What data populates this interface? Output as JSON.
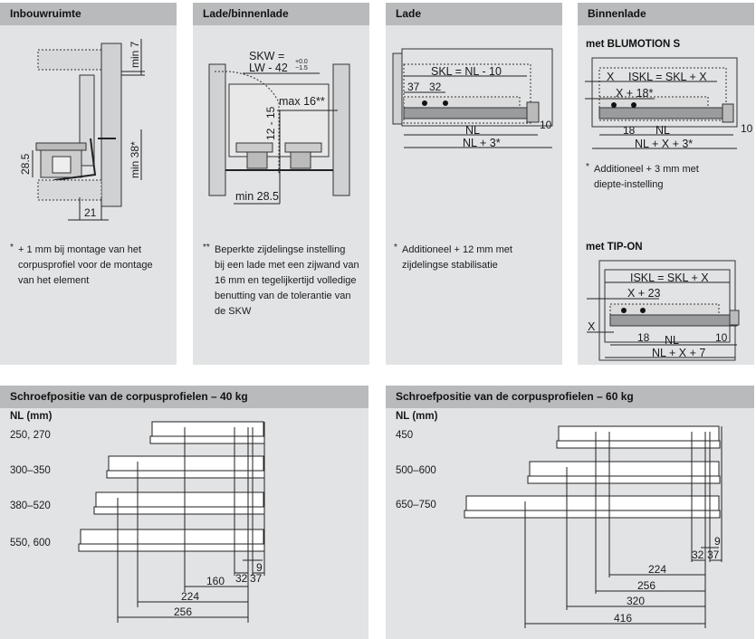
{
  "panels": {
    "inbouwruimte": {
      "title": "Inbouwruimte",
      "dims": {
        "min7": "min 7",
        "min38": "min 38*",
        "h285": "28.5",
        "w21": "21"
      },
      "note_star": "*",
      "note_lines": [
        "+ 1 mm bij montage van het",
        "corpusprofiel voor de montage",
        "van het element"
      ]
    },
    "lade_binnenlade": {
      "title": "Lade/binnenlade",
      "dims": {
        "skw1": "SKW =",
        "skw2": "LW - 42",
        "tol_plus": "+0.0",
        "tol_minus": "−1.5",
        "max16": "max 16**",
        "r1215": "12 - 15",
        "min285": "min 28.5"
      },
      "note_star": "**",
      "note_lines": [
        "Beperkte zijdelingse instelling",
        "bij een lade met een zijwand van",
        "16 mm en tegelijkertijd volledige",
        "benutting van de tolerantie van",
        "de SKW"
      ]
    },
    "lade": {
      "title": "Lade",
      "dims": {
        "skl": "SKL = NL - 10",
        "d37": "37",
        "d32": "32",
        "d10": "10",
        "nl": "NL",
        "nl3": "NL + 3*"
      },
      "note_star": "*",
      "note_lines": [
        "Additioneel + 12 mm met",
        "zijdelingse stabilisatie"
      ]
    },
    "binnenlade": {
      "title": "Binnenlade",
      "blumotion": {
        "subtitle": "met BLUMOTION S",
        "dims": {
          "x": "X",
          "iskl": "ISKL = SKL + X",
          "x18": "X + 18*",
          "d18": "18",
          "nl": "NL",
          "d10": "10",
          "total": "NL + X + 3*"
        },
        "note_star": "*",
        "note_lines": [
          "Additioneel + 3 mm met",
          "diepte-instelling"
        ]
      },
      "tipon": {
        "subtitle": "met TIP-ON",
        "dims": {
          "iskl": "ISKL = SKL + X",
          "x23": "X + 23",
          "x": "X",
          "d18": "18",
          "nl": "NL",
          "d10": "10",
          "total": "NL + X + 7"
        }
      }
    },
    "screw40": {
      "title": "Schroefpositie van de corpusprofielen – 40 kg",
      "nl_header": "NL (mm)",
      "rows": [
        "250, 270",
        "300–350",
        "380–520",
        "550, 600"
      ],
      "dims": [
        "9",
        "32",
        "37",
        "160",
        "224",
        "256"
      ]
    },
    "screw60": {
      "title": "Schroefpositie van de corpusprofielen – 60 kg",
      "nl_header": "NL (mm)",
      "rows": [
        "450",
        "500–600",
        "650–750"
      ],
      "dims": [
        "9",
        "32",
        "37",
        "224",
        "256",
        "320",
        "416"
      ]
    }
  },
  "colors": {
    "panel_bg": "#e2e3e5",
    "header_bg": "#b9babc",
    "part_fill": "#d0d1d3",
    "line": "#1a1a1a"
  }
}
